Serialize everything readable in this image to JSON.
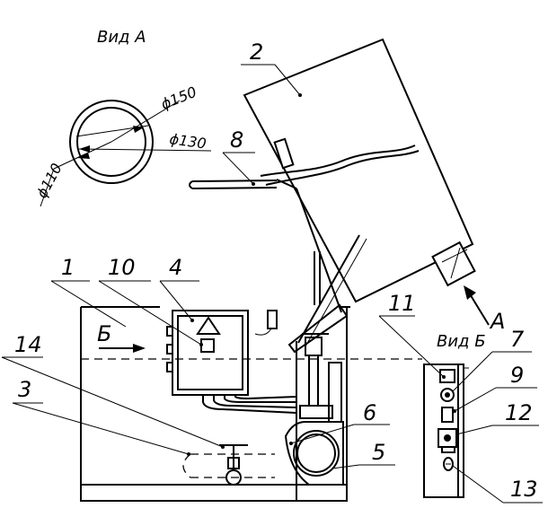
{
  "views": {
    "view_a": "Вид А",
    "view_b": "Вид Б",
    "arrow_a": "А",
    "arrow_b": "Б"
  },
  "dimensions": {
    "d150": "ϕ150",
    "d130": "ϕ130",
    "d110": "ϕ110"
  },
  "callouts": [
    "1",
    "2",
    "3",
    "4",
    "5",
    "6",
    "7",
    "8",
    "9",
    "10",
    "11",
    "12",
    "13",
    "14"
  ]
}
